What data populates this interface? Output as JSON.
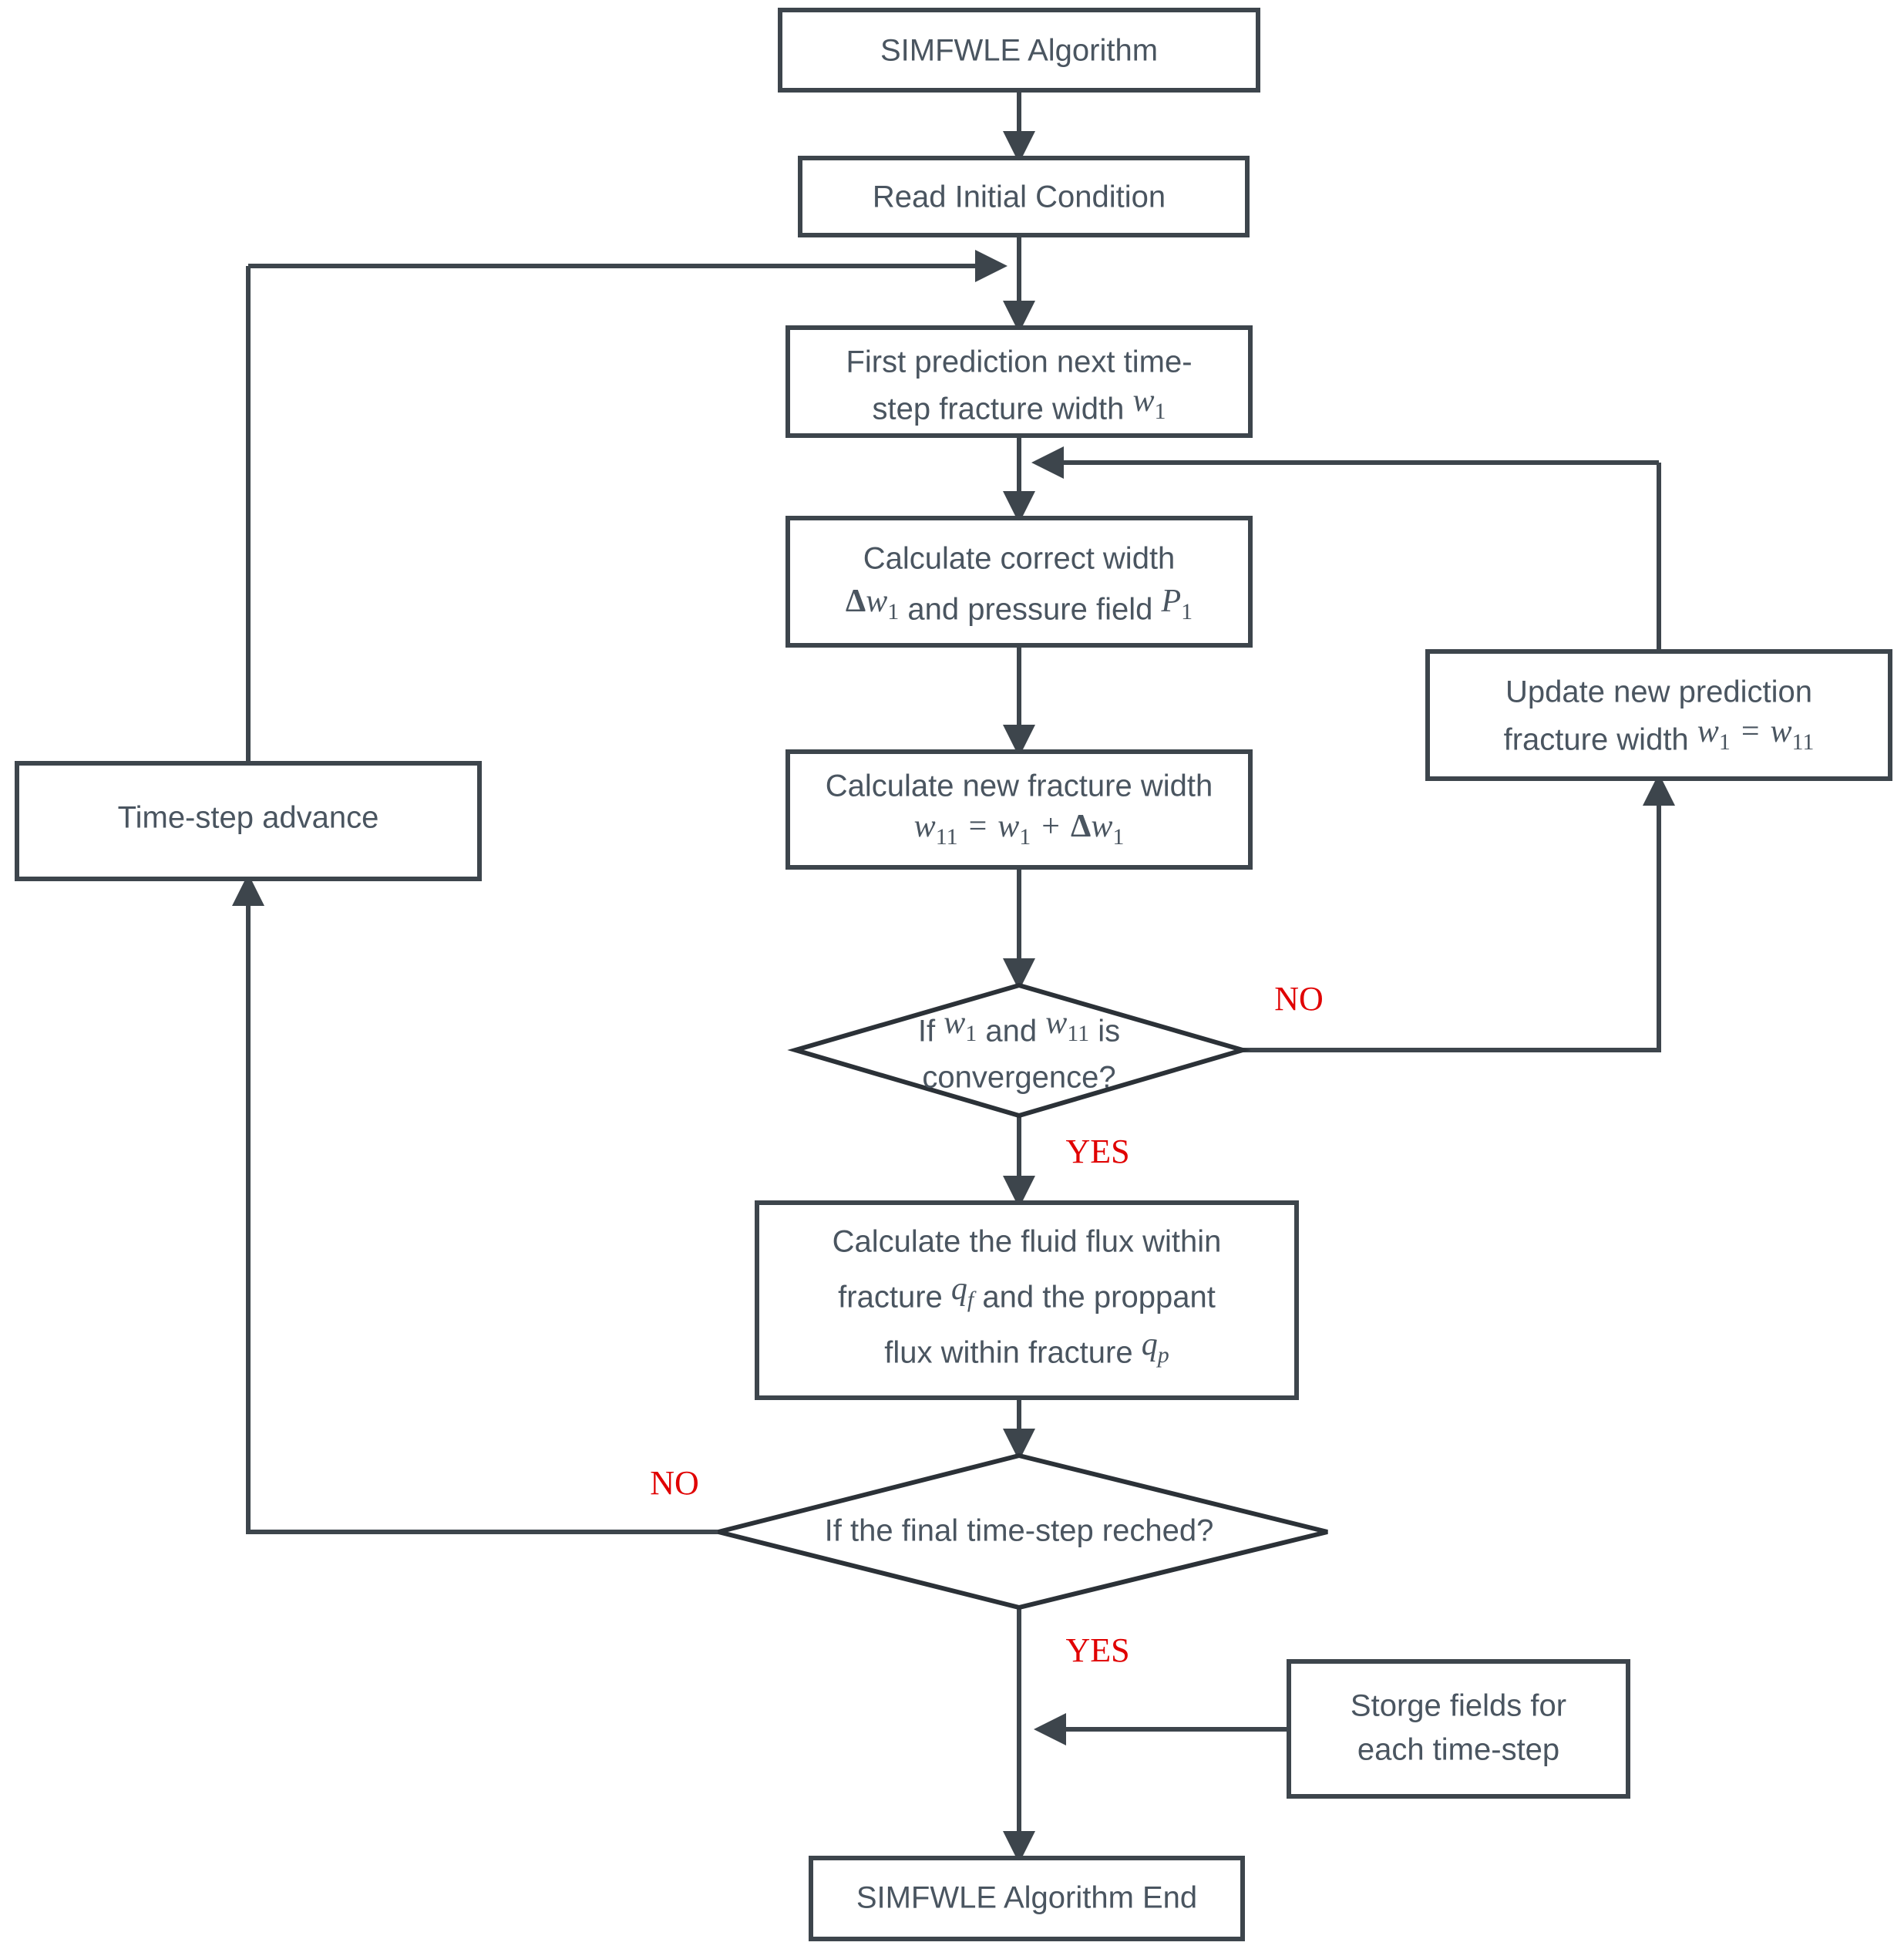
{
  "diagram": {
    "type": "flowchart",
    "title": "SIMFWLE Algorithm flowchart",
    "colors": {
      "node_stroke": "#3d454c",
      "node_fill": "#ffffff",
      "text": "#4a5560",
      "branch_label": "#e00000",
      "background": "#ffffff"
    },
    "nodes": {
      "start": {
        "shape": "rect",
        "label": "SIMFWLE Algorithm"
      },
      "read_initial": {
        "shape": "rect",
        "label": "Read Initial Condition"
      },
      "first_prediction": {
        "shape": "rect",
        "line1": "First prediction next time-",
        "line2_pre": "step fracture width ",
        "line2_var": "w",
        "line2_sub": "1"
      },
      "calc_correct": {
        "shape": "rect",
        "line1": "Calculate correct width",
        "line2_delta": "Δ",
        "line2_var1": "w",
        "line2_sub1": "1",
        "line2_mid": " and pressure field ",
        "line2_var2": "P",
        "line2_sub2": "1"
      },
      "calc_new_width": {
        "shape": "rect",
        "line1": "Calculate new fracture width",
        "eq_lhs_var": "w",
        "eq_lhs_sub": "11",
        "eq_sign": "=",
        "eq_rhs1_var": "w",
        "eq_rhs1_sub": "1",
        "eq_plus": "+",
        "eq_delta": "Δ",
        "eq_rhs2_var": "w",
        "eq_rhs2_sub": "1"
      },
      "decision_convergence": {
        "shape": "diamond",
        "line1_pre": "If ",
        "line1_var1": "w",
        "line1_sub1": "1",
        "line1_mid": " and ",
        "line1_var2": "w",
        "line1_sub2": "11",
        "line1_post": " is",
        "line2": "convergence?"
      },
      "update_prediction": {
        "shape": "rect",
        "line1": "Update new prediction",
        "line2_pre": "fracture width ",
        "line2_var1": "w",
        "line2_sub1": "1",
        "line2_eq": "=",
        "line2_var2": "w",
        "line2_sub2": "11"
      },
      "calc_flux": {
        "shape": "rect",
        "line1": "Calculate the fluid flux within",
        "line2_pre": "fracture ",
        "line2_var": "q",
        "line2_sub": "f",
        "line2_post": " and the proppant",
        "line3_pre": "flux within fracture ",
        "line3_var": "q",
        "line3_sub": "p"
      },
      "decision_final_step": {
        "shape": "diamond",
        "label": "If the final time-step reched?"
      },
      "time_step_advance": {
        "shape": "rect",
        "label": "Time-step advance"
      },
      "storage_fields": {
        "shape": "rect",
        "line1": "Storge fields for",
        "line2": "each time-step"
      },
      "end": {
        "shape": "rect",
        "label": "SIMFWLE Algorithm End"
      }
    },
    "branch_labels": {
      "convergence_no": "NO",
      "convergence_yes": "YES",
      "final_step_no": "NO",
      "final_step_yes": "YES"
    }
  }
}
